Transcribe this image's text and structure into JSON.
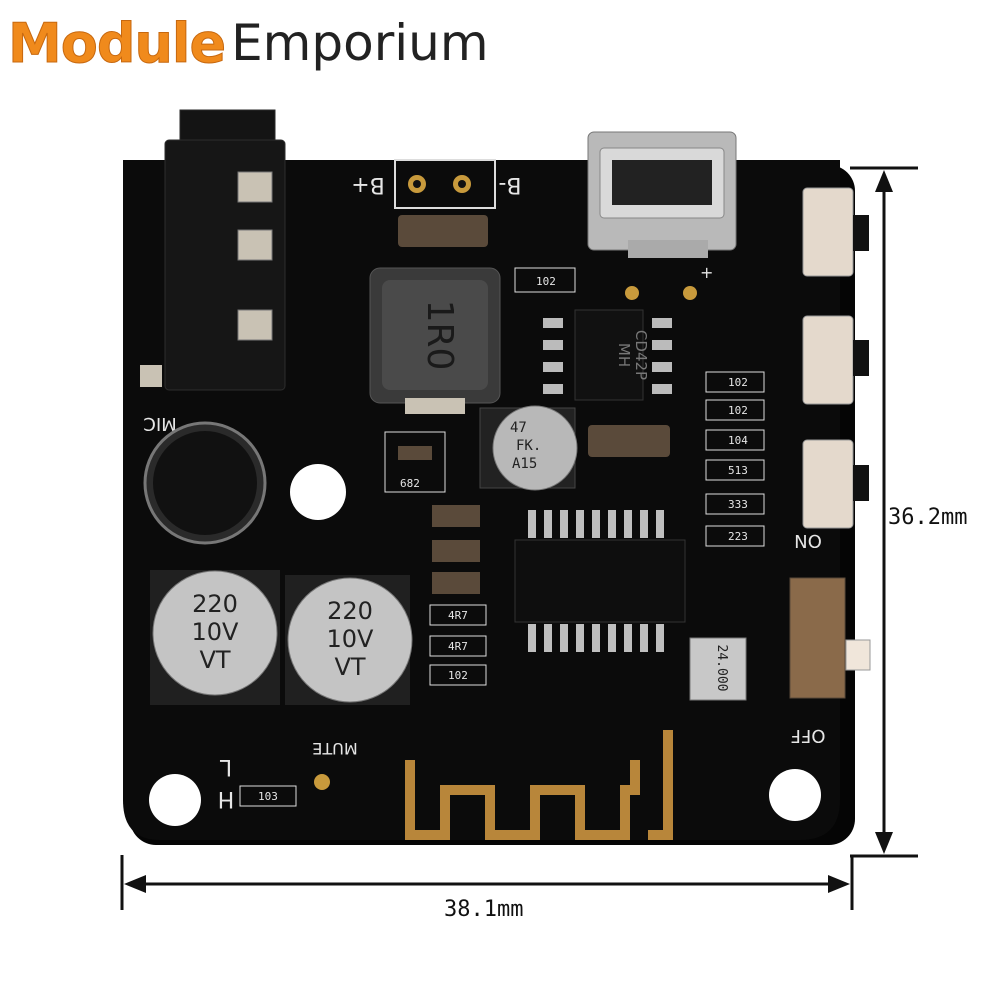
{
  "brand": {
    "part1": "Module",
    "part2": "Emporium"
  },
  "dimensions": {
    "width": "38.1mm",
    "height": "36.2mm"
  },
  "board": {
    "silkscreen": {
      "b_plus": "B+",
      "b_minus": "B-",
      "plus": "+",
      "mic": "MIC",
      "mute": "MUTE",
      "on": "ON",
      "off": "OFF",
      "h": "H",
      "l": "L"
    },
    "inductor_marking": "1R0",
    "chip_marking": [
      "MH",
      "CD42P"
    ],
    "small_cap_marking": [
      "47",
      "FK.",
      "A15"
    ],
    "big_cap_marking": [
      "220",
      "10V",
      "VT"
    ],
    "crystal_marking": "24.000",
    "resistor_codes": [
      "102",
      "102",
      "104",
      "513",
      "333",
      "223",
      "682",
      "4R7",
      "4R7",
      "102",
      "102",
      "103"
    ]
  },
  "colors": {
    "board": "#0b0b0b",
    "silk": "#e6e6e6",
    "pad": "#d8d0c0",
    "gold": "#b8863a",
    "brand_orange": "#f08a1c"
  }
}
